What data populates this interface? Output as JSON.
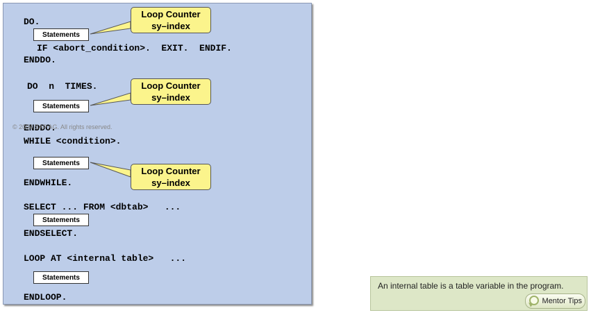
{
  "code": {
    "do": "DO.",
    "if_line": "IF <abort_condition>.  EXIT.  ENDIF.",
    "enddo": "ENDDO.",
    "do_n": "DO  n  TIMES.",
    "enddo2": "ENDDO.",
    "while": "WHILE <condition>.",
    "endwhile": "ENDWHILE.",
    "select": "SELECT ... FROM <dbtab>   ...",
    "endselect": "ENDSELECT.",
    "loop_at": "LOOP AT <internal table>   ...",
    "endloop": "ENDLOOP."
  },
  "statements_label": "Statements",
  "callout": {
    "line1": "Loop Counter",
    "line2": "sy–index"
  },
  "copyright": "© 2004 SAP AG. All rights reserved.",
  "mentor": {
    "tip_text": "An internal table is a table variable in the program.",
    "button_label": "Mentor Tips"
  },
  "colors": {
    "panel": "#bdcde9",
    "callout": "#fbf48c",
    "tip_bg": "#dde7c7"
  }
}
